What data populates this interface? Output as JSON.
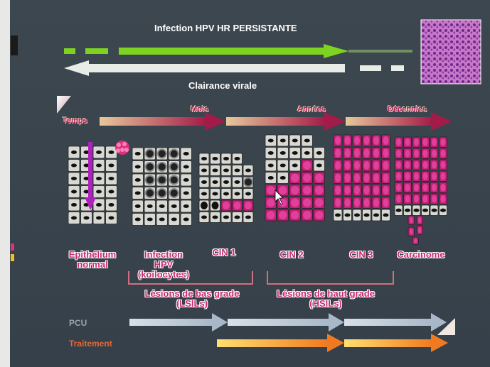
{
  "top": {
    "infection_title": "Infection HPV HR PERSISTANTE",
    "clearance_title": "Clairance virale"
  },
  "timeline": {
    "label": "Temps",
    "markers": [
      "Mois",
      "Années",
      "Décennies"
    ]
  },
  "stages": [
    {
      "label_lines": [
        "Epithélium",
        "normal"
      ]
    },
    {
      "label_lines": [
        "Infection",
        "HPV",
        "(koilocytes)"
      ]
    },
    {
      "label_lines": [
        "CIN 1"
      ]
    },
    {
      "label_lines": [
        "CIN 2"
      ]
    },
    {
      "label_lines": [
        "CIN 3"
      ]
    },
    {
      "label_lines": [
        "Carcinome"
      ]
    }
  ],
  "grades": {
    "low": {
      "line1": "Lésions de bas grade",
      "line2": "(LSILs)"
    },
    "high": {
      "line1": "Lésions de haut grade",
      "line2": "(HSILs)"
    }
  },
  "bottom": {
    "pcu_label": "PCU",
    "treatment_label": "Traitement"
  },
  "colors": {
    "background": "#3a444d",
    "infection_arrow": "#7ed321",
    "clearance_arrow": "#e8ece6",
    "label_pink": "#c8286e",
    "time_arrow": "#a31b48",
    "cell_normal": "#d8d8d2",
    "cell_dysplastic": "#c41e78",
    "pcu_arrow": "#b8c8d4",
    "treatment_arrow": "#f5a623"
  }
}
